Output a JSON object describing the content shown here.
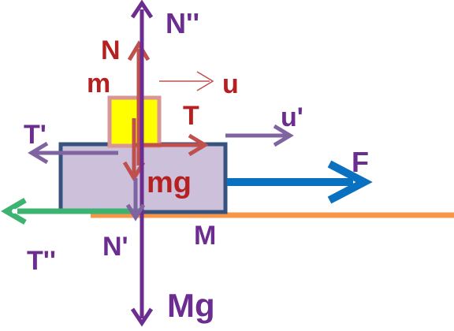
{
  "labels": {
    "N_double_prime": "N''",
    "N": "N",
    "m": "m",
    "u": "u",
    "T": "T",
    "u_prime": "u'",
    "T_prime": "T'",
    "F": "F",
    "mg": "mg",
    "T_double_prime": "T''",
    "N_prime": "N'",
    "M": "M",
    "Mg": "Mg"
  },
  "colors": {
    "purple": "#6b2d8f",
    "dark_red": "#b52020",
    "red_arrow": "#c0504d",
    "light_purple_arrow": "#8064a2",
    "blue_arrow": "#0a70c0",
    "green_arrow": "#3cb371",
    "ground": "#f79646",
    "large_block_fill": "#ccc0da",
    "large_block_border": "#35537e",
    "small_block_fill": "#ffff00",
    "small_block_border": "#d99694"
  }
}
